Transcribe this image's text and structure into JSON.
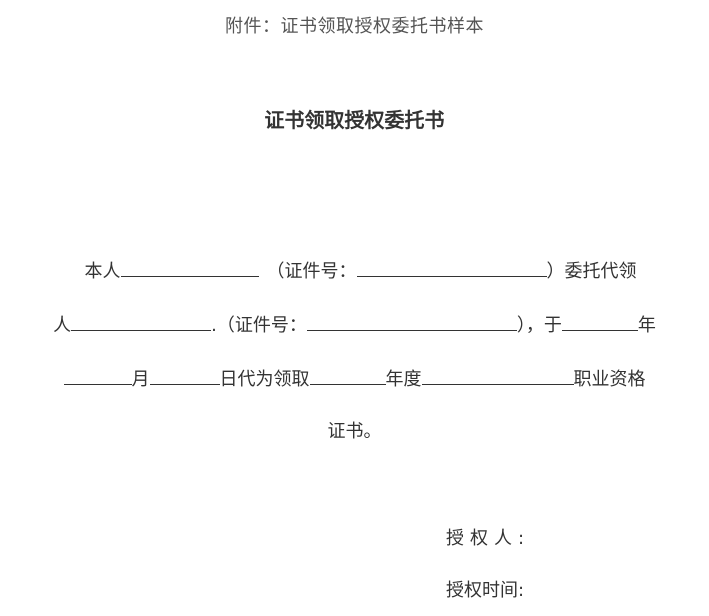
{
  "attachment_header": "附件：证书领取授权委托书样本",
  "title": "证书领取授权委托书",
  "body": {
    "line1": {
      "start": "本人",
      "id_open": "（证件号：",
      "end": "）委托代领"
    },
    "line2": {
      "start": "人",
      "comma_dot": ".",
      "id_open": "（证件号：",
      "close": "），于",
      "year": "年"
    },
    "line3": {
      "month": "月",
      "day_text": "日代为领取",
      "year_text": "年度",
      "end": "职业资格"
    },
    "line4": "证书。"
  },
  "signature": {
    "authorizer_label": "授权人:",
    "time_label": "授权时间:"
  }
}
